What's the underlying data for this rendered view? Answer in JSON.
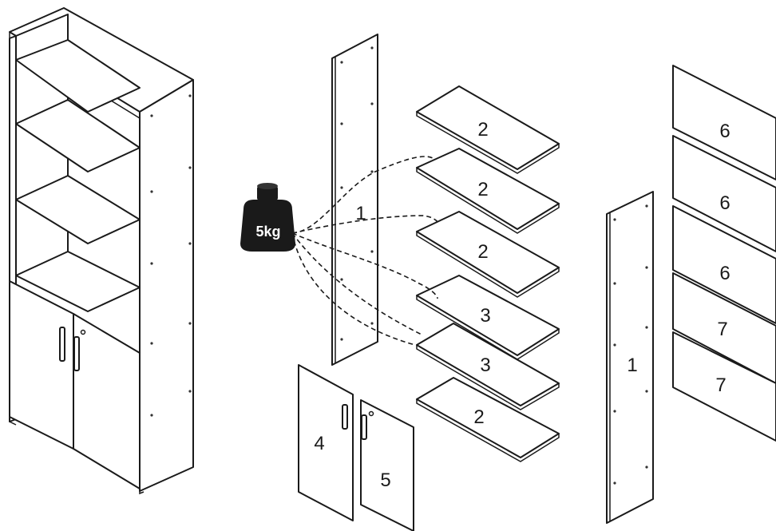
{
  "weight": {
    "label": "5kg",
    "icon": "weight-icon"
  },
  "parts": {
    "side_left": "1",
    "side_right": "1",
    "shelf_1": "2",
    "shelf_2": "2",
    "shelf_3": "2",
    "shelf_4": "3",
    "shelf_5": "3",
    "shelf_6": "2",
    "door_left": "4",
    "door_right": "5",
    "back_1": "6",
    "back_2": "6",
    "back_3": "6",
    "back_4": "7",
    "back_5": "7"
  }
}
